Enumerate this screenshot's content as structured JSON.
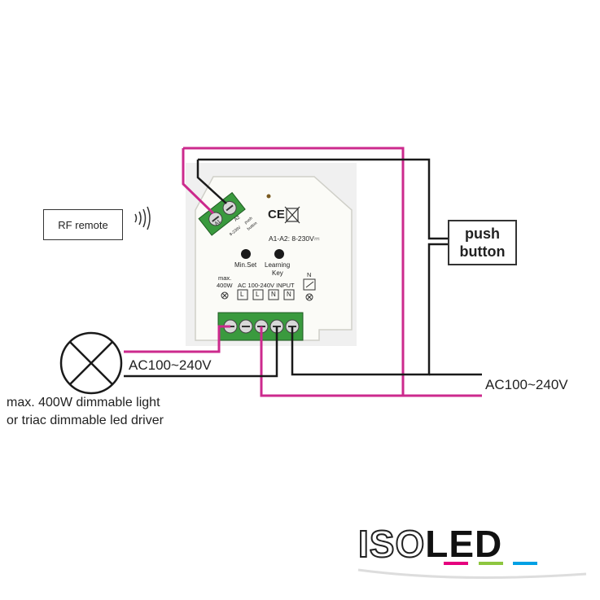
{
  "rf_remote": {
    "label": "RF remote"
  },
  "push_button": {
    "line1": "push",
    "line2": "button"
  },
  "supply_left": {
    "label": "AC100~240V"
  },
  "supply_right": {
    "label": "AC100~240V"
  },
  "load": {
    "line1": "max. 400W dimmable light",
    "line2": "or triac dimmable led driver"
  },
  "device": {
    "ce_mark": "CE",
    "rating": "A1-A2: 8-230V⎓",
    "btn_min_set": "Min.Set",
    "btn_learning_1": "Learning",
    "btn_learning_2": "Key",
    "max_1": "max.",
    "max_2": "400W",
    "input_label": "AC 100-240V INPUT",
    "terminal_labels": [
      "L",
      "L",
      "N",
      "N"
    ],
    "neutral_label": "N",
    "a1": "A1",
    "a2": "A2",
    "range_a": "8-230V",
    "range_b": "push",
    "range_c": "button"
  },
  "logo": {
    "text_iso": "ISO",
    "text_led": "LED",
    "colors": [
      "#e5007e",
      "#8dc63f",
      "#00a0e4"
    ]
  },
  "colors": {
    "magenta": "#cc2a8d",
    "wire": "#1a1a1a"
  }
}
